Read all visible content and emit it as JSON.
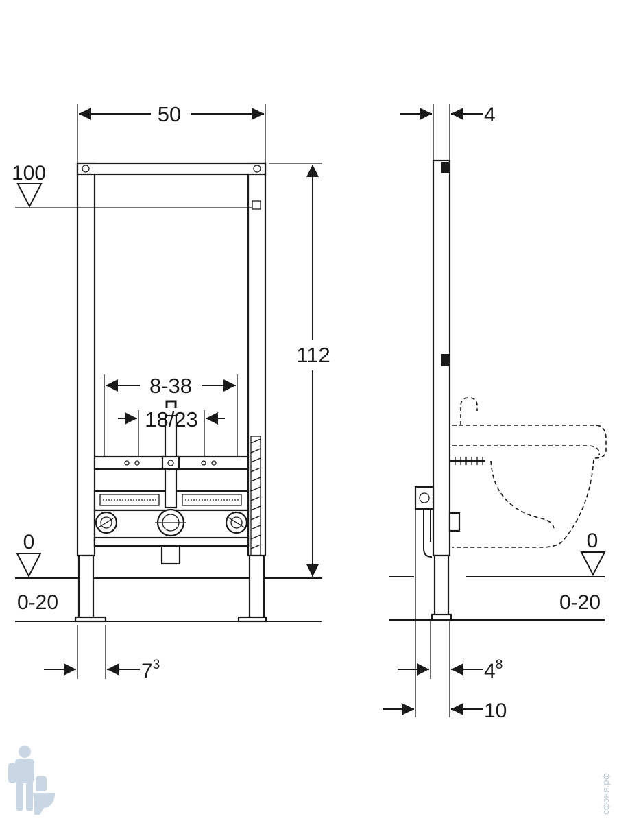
{
  "front_view": {
    "width_label": "50",
    "height_label": "112",
    "level_top_label": "100",
    "level_floor_label": "0",
    "floor_range_label": "0-20",
    "fitting_range_label": "8-38",
    "fitting_spacing_label": "18/23",
    "foot_offset_base": "7",
    "foot_offset_sup": "3"
  },
  "side_view": {
    "depth_label": "4",
    "level_floor_label": "0",
    "floor_range_label": "0-20",
    "offset_base": "4",
    "offset_sup": "8",
    "total_depth_label": "10"
  },
  "watermark": {
    "text": "сфоня.рф",
    "icon": "plumber-mascot-icon",
    "color": "#b8c8d8"
  }
}
